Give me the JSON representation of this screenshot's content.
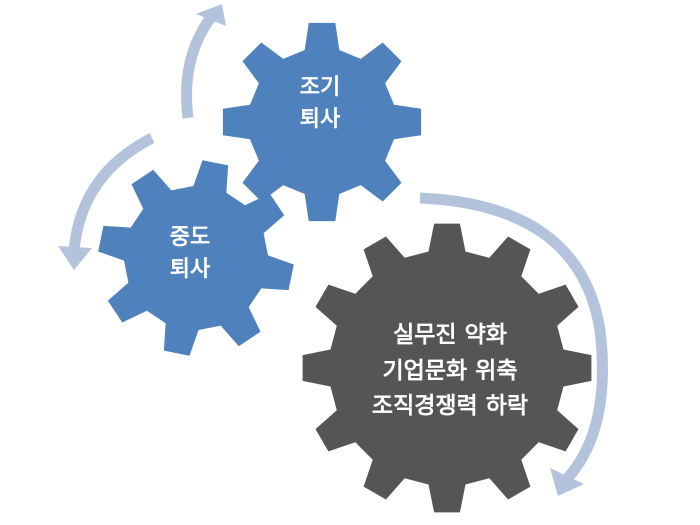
{
  "colors": {
    "gear_blue": "#4f81bd",
    "gear_dark": "#555555",
    "arrow": "#b4c3dc",
    "text": "#ffffff"
  },
  "gears": [
    {
      "id": "gear-top",
      "lines": [
        "조기",
        "퇴사"
      ]
    },
    {
      "id": "gear-left",
      "lines": [
        "중도",
        "퇴사"
      ]
    },
    {
      "id": "gear-big",
      "lines": [
        "실무진 약화",
        "기업문화 위축",
        "조직경쟁력 하락"
      ]
    }
  ],
  "arrows": [
    {
      "id": "arrow-top-left",
      "direction": "counter-clockwise"
    },
    {
      "id": "arrow-left-down",
      "direction": "counter-clockwise"
    },
    {
      "id": "arrow-right-down",
      "direction": "clockwise"
    }
  ]
}
